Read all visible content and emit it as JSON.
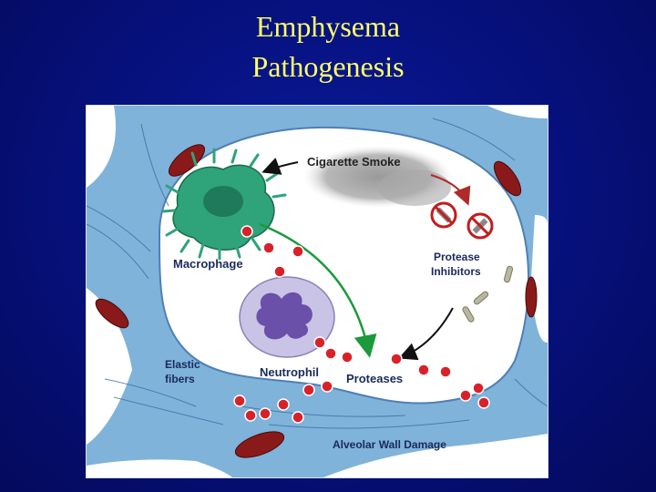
{
  "slide": {
    "title_line1": "Emphysema",
    "title_line2": "Pathogenesis"
  },
  "diagram": {
    "labels": {
      "cigarette_smoke": "Cigarette Smoke",
      "protease_inhibitors_line1": "Protease",
      "protease_inhibitors_line2": "Inhibitors",
      "macrophage": "Macrophage",
      "neutrophil": "Neutrophil",
      "proteases": "Proteases",
      "elastic_fibers_line1": "Elastic",
      "elastic_fibers_line2": "fibers",
      "alveolar_wall_damage": "Alveolar Wall Damage"
    },
    "colors": {
      "slide_background": "#06107a",
      "title_text": "#ffff66",
      "alveolar_tissue": "#7fb3d9",
      "macrophage": "#2fa37a",
      "neutrophil": "#c9c3e6",
      "protease_dots": "#d8222a",
      "arrow_green": "#1a9a3a",
      "capillary_red": "#8a1a1a"
    },
    "icons": [
      "prohibition-sign-icon",
      "prohibition-sign-icon"
    ]
  }
}
